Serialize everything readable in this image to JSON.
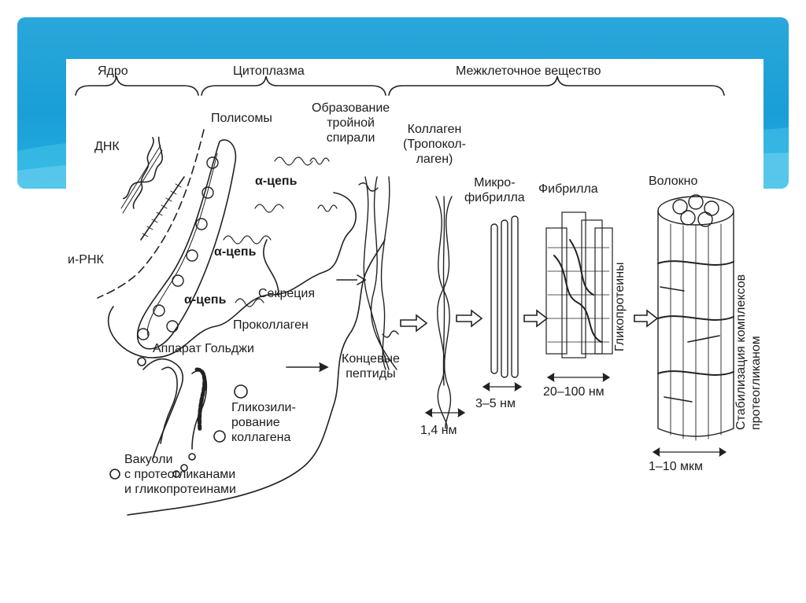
{
  "sections": {
    "nucleus": "Ядро",
    "cytoplasm": "Цитоплазма",
    "extracellular": "Межклеточное вещество"
  },
  "labels": {
    "dna": "ДНК",
    "mrna": "и-РНК",
    "polysomes": "Полисомы",
    "triple_helix": "Образование\nтройной\nспирали",
    "collagen": "Коллаген\n(Тропокол-\nлаген)",
    "alpha1": "α-цепь",
    "alpha2": "α-цепь",
    "alpha3": "α-цепь",
    "secretion": "Секреция",
    "procollagen": "Проколлаген",
    "golgi": "Аппарат Гольджи",
    "end_peptides": "Концевые\nпептиды",
    "glycosylation": "Гликозили-\nрование\nколлагена",
    "vacuoles": "Вакуоли\nс протеогликанами\nи гликопротеинами",
    "microfibril": "Микро-\nфибрилла",
    "fibril": "Фибрилла",
    "fiber": "Волокно",
    "glycoproteins": "Гликопротеины",
    "stabilization": "Стабилизация комплексов\nпротеогликаном"
  },
  "scales": {
    "s1": "1,4 нм",
    "s2": "3–5 нм",
    "s3": "20–100 нм",
    "s4": "1–10 мкм"
  }
}
